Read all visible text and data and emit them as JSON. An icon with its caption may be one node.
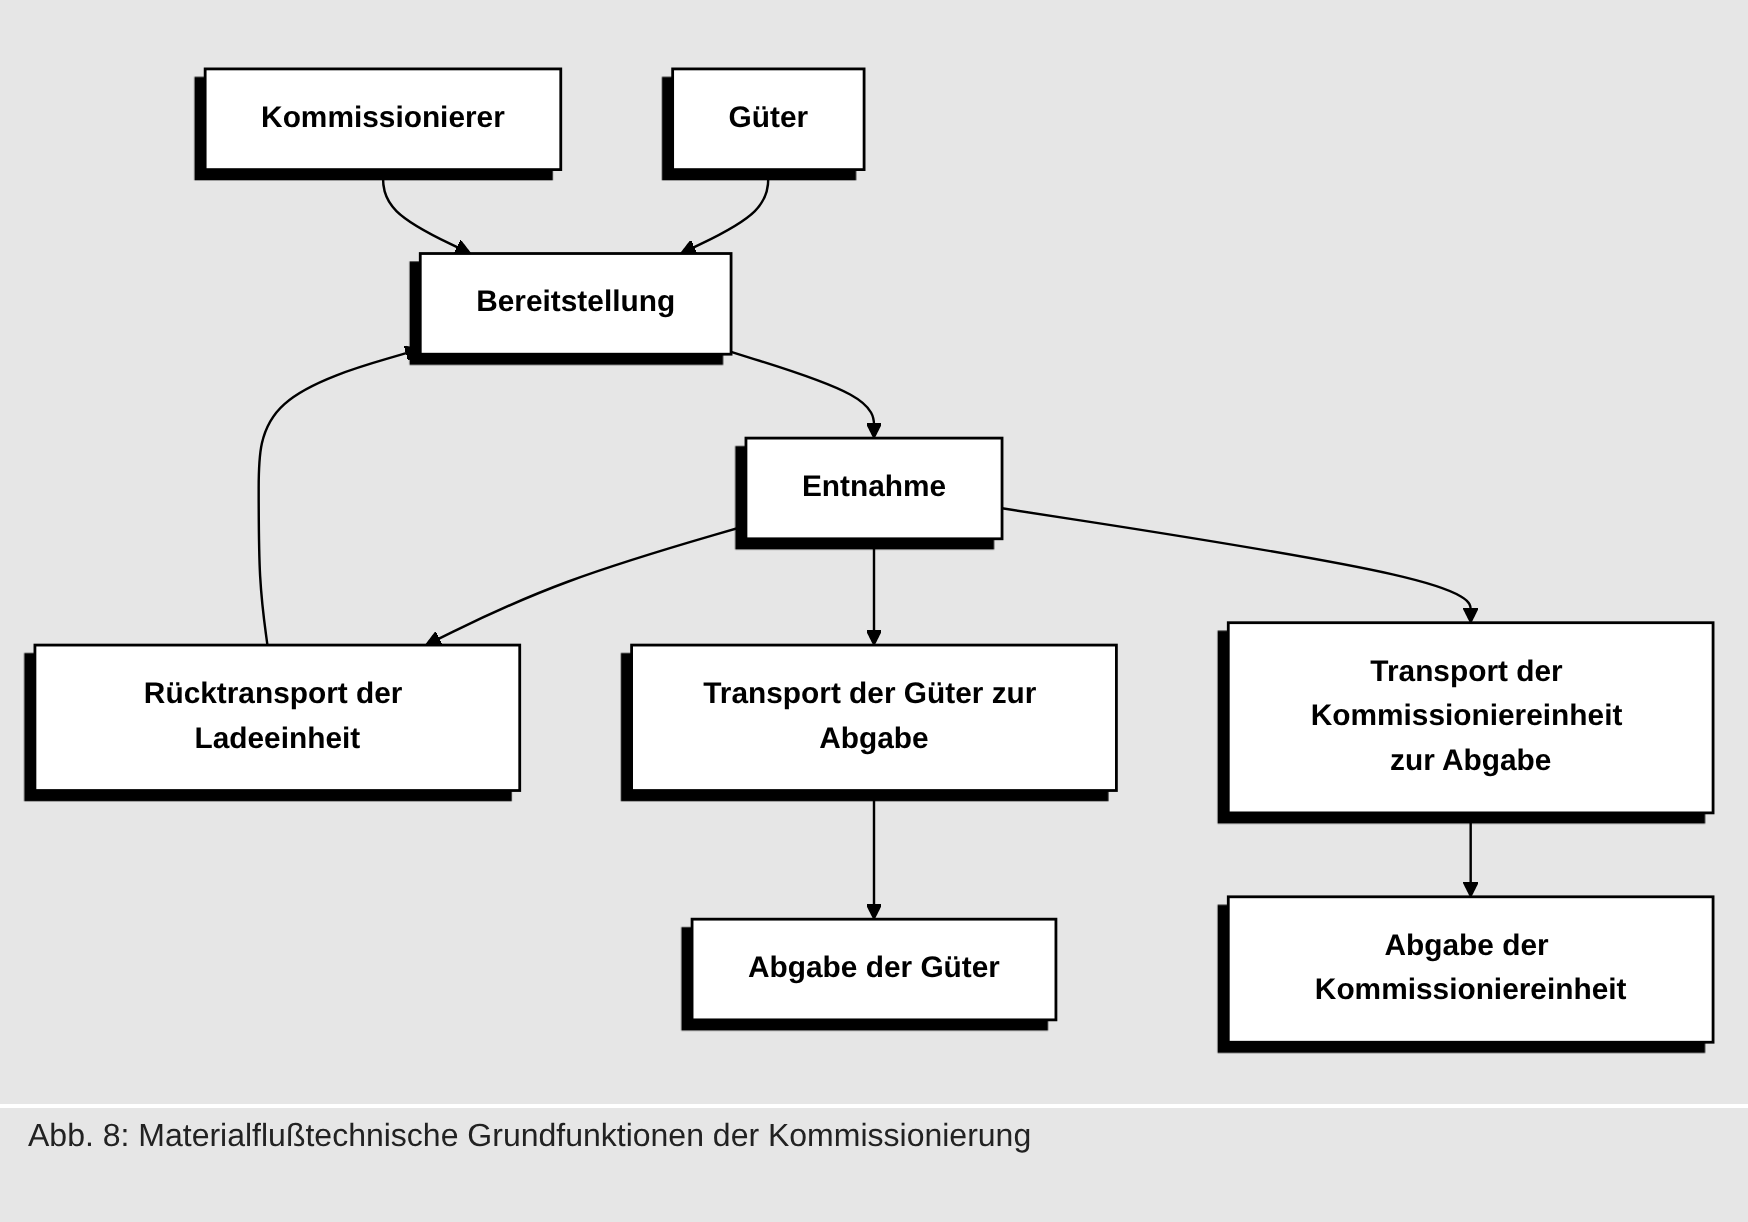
{
  "diagram": {
    "caption": "Abb. 8: Materialflußtechnische Grundfunktionen der Kommissionierung",
    "nodes": [
      {
        "text": [
          "Güter"
        ]
      },
      {
        "text": [
          "Kommissionierer"
        ]
      },
      {
        "text": [
          "Bereitstellung"
        ]
      },
      {
        "text": [
          "Entnahme"
        ]
      },
      {
        "text": [
          "Rücktransport der Ladeeinheit"
        ]
      },
      {
        "text": [
          "Transport der Güter zur Abgabe"
        ]
      },
      {
        "text": [
          "Abgabe der Güter"
        ]
      },
      {
        "text": [
          "Transport der Kommissioniereinheit zur Abgabe"
        ]
      },
      {
        "text": [
          "Abgabe der Kommissioniereinheit"
        ]
      }
    ],
    "edges": [
      {
        "from": 0,
        "to": 2,
        "arrow": "to"
      },
      {
        "from": 1,
        "to": 2,
        "arrow": "to"
      },
      {
        "from": 2,
        "to": 3,
        "arrow": "to"
      },
      {
        "from": 3,
        "to": 4,
        "arrow": "to"
      },
      {
        "from": 4,
        "to": 2,
        "arrow": "to"
      },
      {
        "from": 3,
        "to": 5,
        "arrow": "to"
      },
      {
        "from": 3,
        "to": 7,
        "arrow": "to"
      },
      {
        "from": 5,
        "to": 6,
        "arrow": "to"
      },
      {
        "from": 7,
        "to": 8,
        "arrow": "to"
      }
    ]
  }
}
